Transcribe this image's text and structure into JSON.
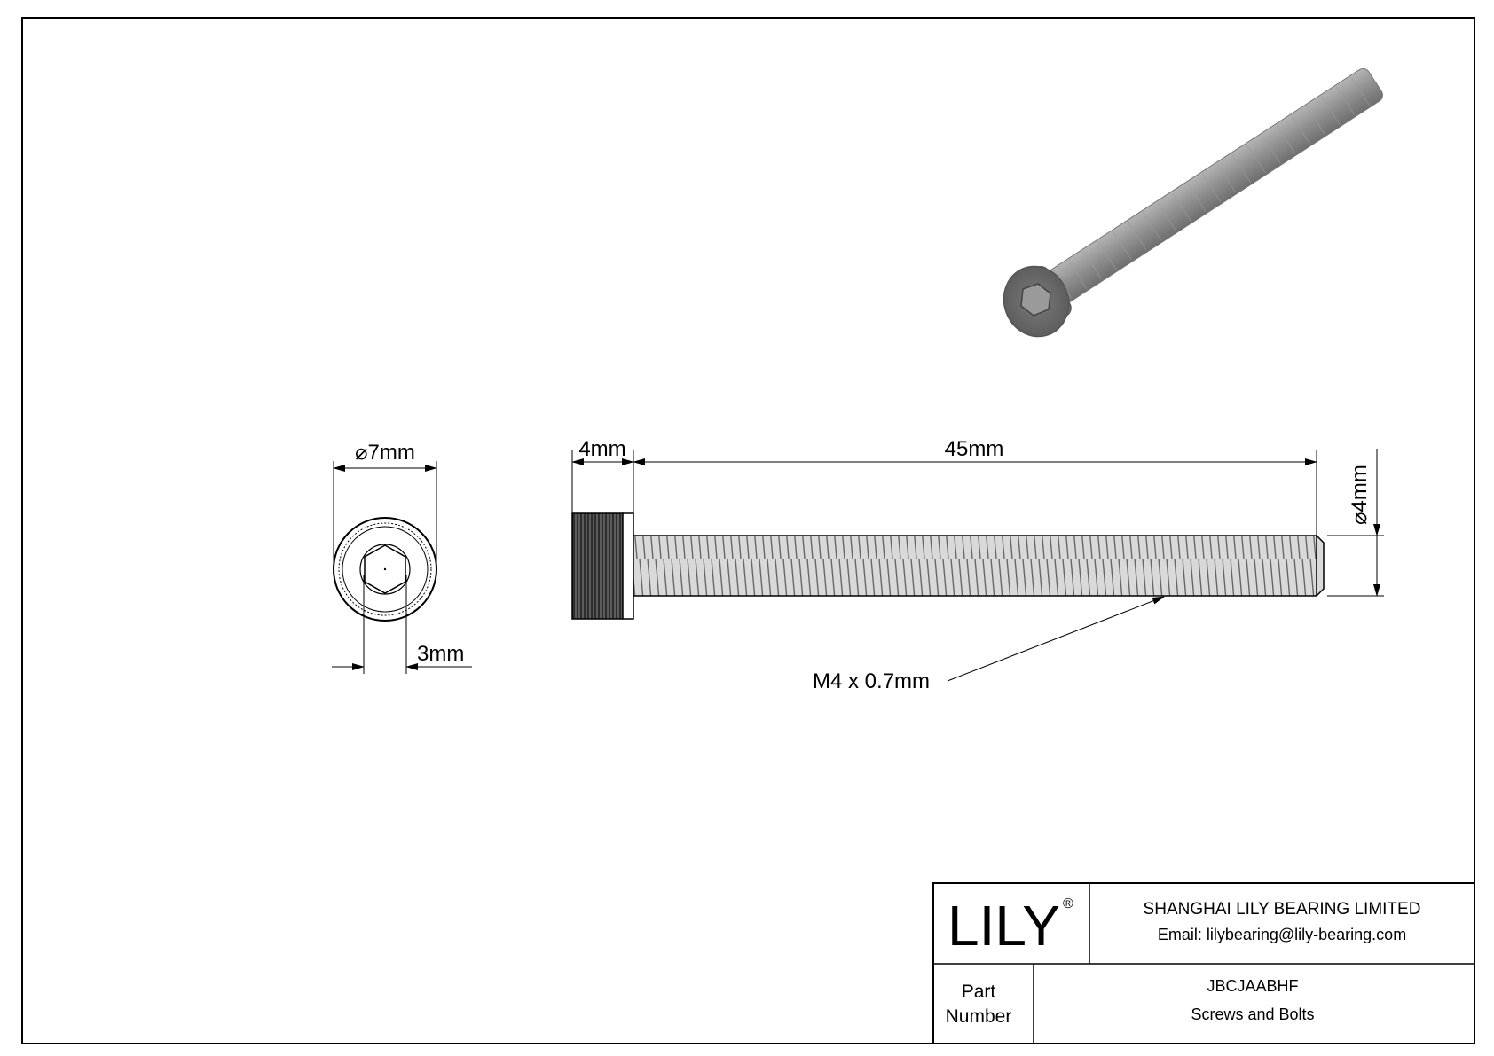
{
  "dimensions": {
    "head_diameter": "7mm",
    "hex_socket": "3mm",
    "head_length": "4mm",
    "length": "45mm",
    "shank_diameter": "4mm",
    "thread": "M4 x 0.7mm"
  },
  "title_block": {
    "logo": "LILY",
    "logo_mark": "®",
    "company": "SHANGHAI LILY BEARING LIMITED",
    "email": "Email: lilybearing@lily-bearing.com",
    "part_label_1": "Part",
    "part_label_2": "Number",
    "part_number": "JBCJAABHF",
    "category": "Screws and Bolts"
  }
}
